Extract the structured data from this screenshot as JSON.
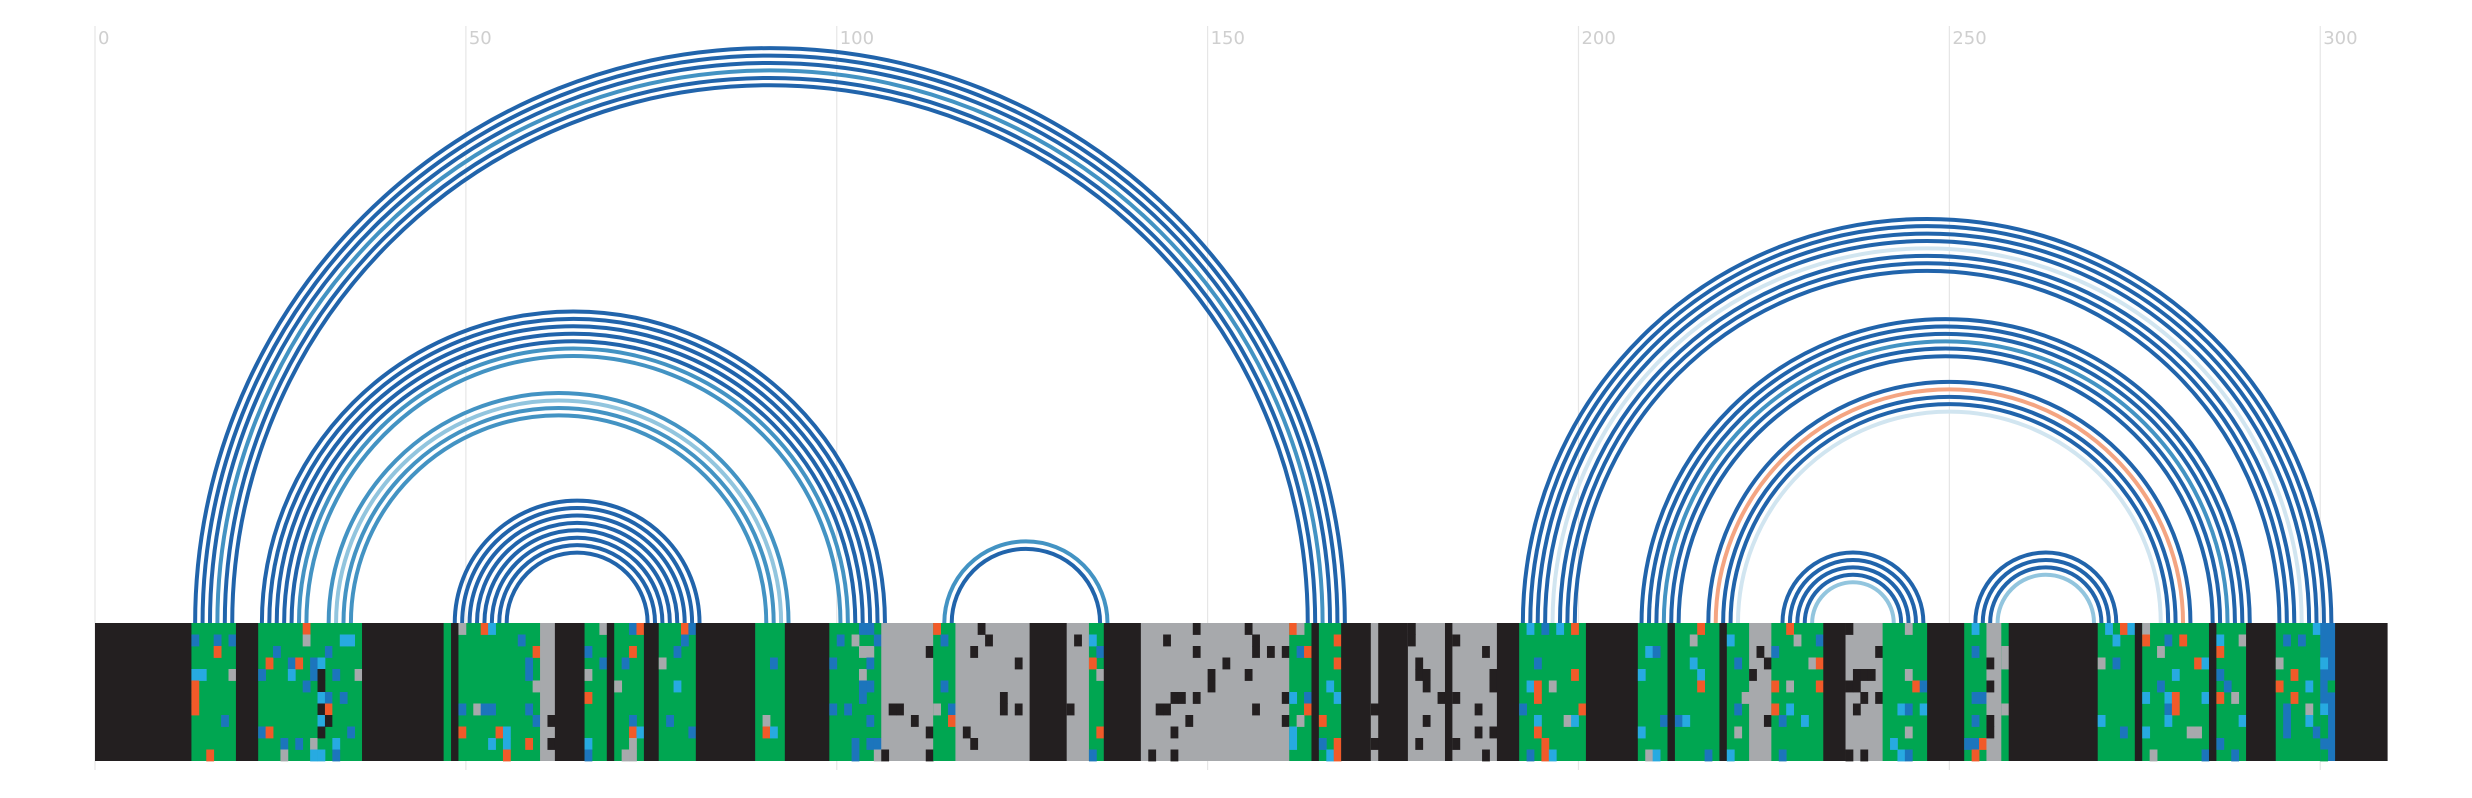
{
  "axis": {
    "min": 0,
    "max": 309,
    "ticks": [
      {
        "value": 0,
        "label": "0"
      },
      {
        "value": 50,
        "label": "50"
      },
      {
        "value": 100,
        "label": "100"
      },
      {
        "value": 150,
        "label": "150"
      },
      {
        "value": 200,
        "label": "200"
      },
      {
        "value": 250,
        "label": "250"
      },
      {
        "value": 300,
        "label": "300"
      }
    ]
  },
  "colors": {
    "arc_dark": "#2164ab",
    "arc_mid": "#4393c3",
    "arc_light": "#92c5de",
    "arc_pale": "#d1e5f0",
    "arc_salmon": "#f4a582",
    "bar_black": "#231f20",
    "bar_green": "#00a651",
    "bar_gray": "#a7a9ac",
    "bar_blue": "#1c75bc",
    "bar_cyan": "#27aae1",
    "bar_orange": "#f15a29"
  },
  "arc_groups": [
    {
      "start": 13,
      "end": 168,
      "strength": [
        "d",
        "d",
        "d",
        "m",
        "d",
        "d"
      ]
    },
    {
      "start": 22,
      "end": 106,
      "strength": [
        "d",
        "d",
        "d",
        "d",
        "d",
        "m",
        "m"
      ]
    },
    {
      "start": 31,
      "end": 93,
      "strength": [
        "m",
        "l",
        "m",
        "m"
      ]
    },
    {
      "start": 48,
      "end": 81,
      "strength": [
        "d",
        "d",
        "d",
        "d",
        "d",
        "d",
        "d",
        "d"
      ]
    },
    {
      "start": 114,
      "end": 136,
      "strength": [
        "m",
        "d"
      ]
    },
    {
      "start": 192,
      "end": 301,
      "strength": [
        "d",
        "d",
        "d",
        "d",
        "p",
        "d",
        "d",
        "d"
      ]
    },
    {
      "start": 208,
      "end": 290,
      "strength": [
        "d",
        "d",
        "d",
        "m",
        "d",
        "d"
      ]
    },
    {
      "start": 217,
      "end": 282,
      "strength": [
        "d",
        "s",
        "d",
        "d",
        "p"
      ]
    },
    {
      "start": 227,
      "end": 246,
      "strength": [
        "d",
        "d",
        "d",
        "d",
        "l"
      ]
    },
    {
      "start": 253,
      "end": 272,
      "strength": [
        "d",
        "d",
        "d",
        "l"
      ]
    }
  ],
  "bar_segments": [
    {
      "start": 0,
      "end": 13,
      "type": "black"
    },
    {
      "start": 13,
      "end": 19,
      "type": "green"
    },
    {
      "start": 19,
      "end": 22,
      "type": "black"
    },
    {
      "start": 22,
      "end": 30,
      "type": "green"
    },
    {
      "start": 30,
      "end": 32,
      "type": "mixed"
    },
    {
      "start": 32,
      "end": 36,
      "type": "green"
    },
    {
      "start": 36,
      "end": 47,
      "type": "black"
    },
    {
      "start": 47,
      "end": 48,
      "type": "green"
    },
    {
      "start": 48,
      "end": 49,
      "type": "black"
    },
    {
      "start": 49,
      "end": 60,
      "type": "green"
    },
    {
      "start": 60,
      "end": 62,
      "type": "gray"
    },
    {
      "start": 62,
      "end": 66,
      "type": "black"
    },
    {
      "start": 66,
      "end": 69,
      "type": "green"
    },
    {
      "start": 69,
      "end": 70,
      "type": "black"
    },
    {
      "start": 70,
      "end": 74,
      "type": "green"
    },
    {
      "start": 74,
      "end": 76,
      "type": "black"
    },
    {
      "start": 76,
      "end": 81,
      "type": "green"
    },
    {
      "start": 81,
      "end": 89,
      "type": "black"
    },
    {
      "start": 89,
      "end": 93,
      "type": "green"
    },
    {
      "start": 93,
      "end": 99,
      "type": "black"
    },
    {
      "start": 99,
      "end": 106,
      "type": "green"
    },
    {
      "start": 106,
      "end": 113,
      "type": "gray"
    },
    {
      "start": 113,
      "end": 116,
      "type": "green"
    },
    {
      "start": 116,
      "end": 126,
      "type": "gray"
    },
    {
      "start": 126,
      "end": 131,
      "type": "black"
    },
    {
      "start": 131,
      "end": 134,
      "type": "gray"
    },
    {
      "start": 134,
      "end": 136,
      "type": "green"
    },
    {
      "start": 136,
      "end": 141,
      "type": "black"
    },
    {
      "start": 141,
      "end": 161,
      "type": "gray"
    },
    {
      "start": 161,
      "end": 164,
      "type": "green"
    },
    {
      "start": 164,
      "end": 165,
      "type": "black"
    },
    {
      "start": 165,
      "end": 168,
      "type": "green"
    },
    {
      "start": 168,
      "end": 172,
      "type": "black"
    },
    {
      "start": 172,
      "end": 173,
      "type": "gray"
    },
    {
      "start": 173,
      "end": 177,
      "type": "black"
    },
    {
      "start": 177,
      "end": 182,
      "type": "gray"
    },
    {
      "start": 182,
      "end": 183,
      "type": "black"
    },
    {
      "start": 183,
      "end": 189,
      "type": "gray"
    },
    {
      "start": 189,
      "end": 192,
      "type": "black"
    },
    {
      "start": 192,
      "end": 201,
      "type": "green"
    },
    {
      "start": 201,
      "end": 208,
      "type": "black"
    },
    {
      "start": 208,
      "end": 212,
      "type": "green"
    },
    {
      "start": 212,
      "end": 213,
      "type": "black"
    },
    {
      "start": 213,
      "end": 219,
      "type": "green"
    },
    {
      "start": 219,
      "end": 220,
      "type": "black"
    },
    {
      "start": 220,
      "end": 223,
      "type": "green"
    },
    {
      "start": 223,
      "end": 226,
      "type": "gray"
    },
    {
      "start": 226,
      "end": 233,
      "type": "green"
    },
    {
      "start": 233,
      "end": 236,
      "type": "black"
    },
    {
      "start": 236,
      "end": 241,
      "type": "gray"
    },
    {
      "start": 241,
      "end": 247,
      "type": "green"
    },
    {
      "start": 247,
      "end": 252,
      "type": "black"
    },
    {
      "start": 252,
      "end": 255,
      "type": "green"
    },
    {
      "start": 255,
      "end": 257,
      "type": "gray"
    },
    {
      "start": 257,
      "end": 258,
      "type": "green"
    },
    {
      "start": 258,
      "end": 270,
      "type": "black"
    },
    {
      "start": 270,
      "end": 275,
      "type": "green"
    },
    {
      "start": 275,
      "end": 276,
      "type": "black"
    },
    {
      "start": 276,
      "end": 285,
      "type": "green"
    },
    {
      "start": 285,
      "end": 286,
      "type": "black"
    },
    {
      "start": 286,
      "end": 290,
      "type": "green"
    },
    {
      "start": 290,
      "end": 294,
      "type": "black"
    },
    {
      "start": 294,
      "end": 300,
      "type": "green"
    },
    {
      "start": 300,
      "end": 302,
      "type": "blue"
    },
    {
      "start": 302,
      "end": 309,
      "type": "black"
    }
  ]
}
